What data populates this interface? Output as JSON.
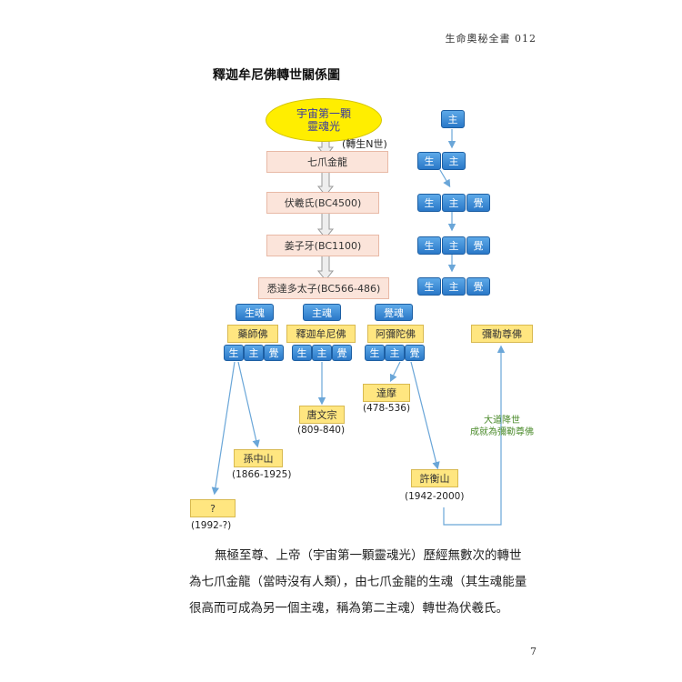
{
  "header": {
    "running_title": "生命奧秘全書 012"
  },
  "page_number": "7",
  "diagram": {
    "title": "釋迦牟尼佛轉世關係圖",
    "origin": {
      "line1": "宇宙第一顆",
      "line2": "靈魂光"
    },
    "reincarnation_note": "(轉生N世)",
    "chain": [
      "七爪金龍",
      "伏羲氏(BC4500)",
      "姜子牙(BC1100)",
      "悉達多太子(BC566-486)"
    ],
    "soul_labels": {
      "sheng": "生",
      "zhu": "主",
      "jue": "覺"
    },
    "soul_types": [
      "生魂",
      "主魂",
      "覺魂"
    ],
    "buddhas": [
      "藥師佛",
      "釋迦牟尼佛",
      "阿彌陀佛"
    ],
    "future_buddha": "彌勒尊佛",
    "descendants": [
      {
        "name": "?",
        "years": "(1992-?)"
      },
      {
        "name": "孫中山",
        "years": "(1866-1925)"
      },
      {
        "name": "唐文宗",
        "years": "(809-840)"
      },
      {
        "name": "達摩",
        "years": "(478-536)"
      },
      {
        "name": "許衡山",
        "years": "(1942-2000)"
      }
    ],
    "path_note": {
      "line1": "大道降世",
      "line2": "成就為彌勒尊佛"
    }
  },
  "body": {
    "paragraph": [
      "無極至尊、上帝（宇宙第一顆靈魂光）歷經無數次的轉世",
      "為七爪金龍（當時沒有人類），由七爪金龍的生魂（其生魂能量",
      "很高而可成為另一個主魂，稱為第二主魂）轉世為伏羲氏。"
    ]
  },
  "colors": {
    "soul_blue": "#2a78c8",
    "origin_yellow": "#ffee00",
    "chain_pink": "#fbe4da",
    "name_yellow": "#ffe680",
    "arrow_blue": "#6aa6d8",
    "note_green": "#4a8a2a"
  }
}
